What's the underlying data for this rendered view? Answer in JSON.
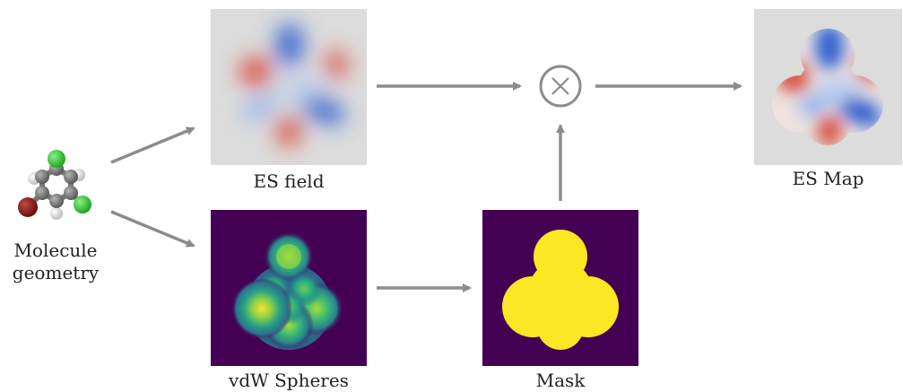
{
  "nodes": {
    "molecule": {
      "label_line1": "Molecule",
      "label_line2": "geometry"
    },
    "es_field": {
      "label": "ES field"
    },
    "vdw_spheres": {
      "label": "vdW Spheres"
    },
    "mask": {
      "label": "Mask"
    },
    "es_map": {
      "label": "ES Map"
    },
    "multiply": {
      "symbol": "×"
    }
  },
  "colors": {
    "arrow": "#8c8c8c",
    "es_red": "#d9513f",
    "es_blue": "#2f5fd0",
    "es_bg": "#dcdcdc",
    "viridis_dark": "#440154",
    "viridis_yellow": "#fde725",
    "carbon": "#6e6e6e",
    "chlorine": "#2fc42f",
    "bromine": "#8b1a1a",
    "hydrogen": "#e6e6e6"
  },
  "icons": {
    "molecule": "ball-and-stick-molecule-icon",
    "multiply": "circled-times-icon"
  }
}
